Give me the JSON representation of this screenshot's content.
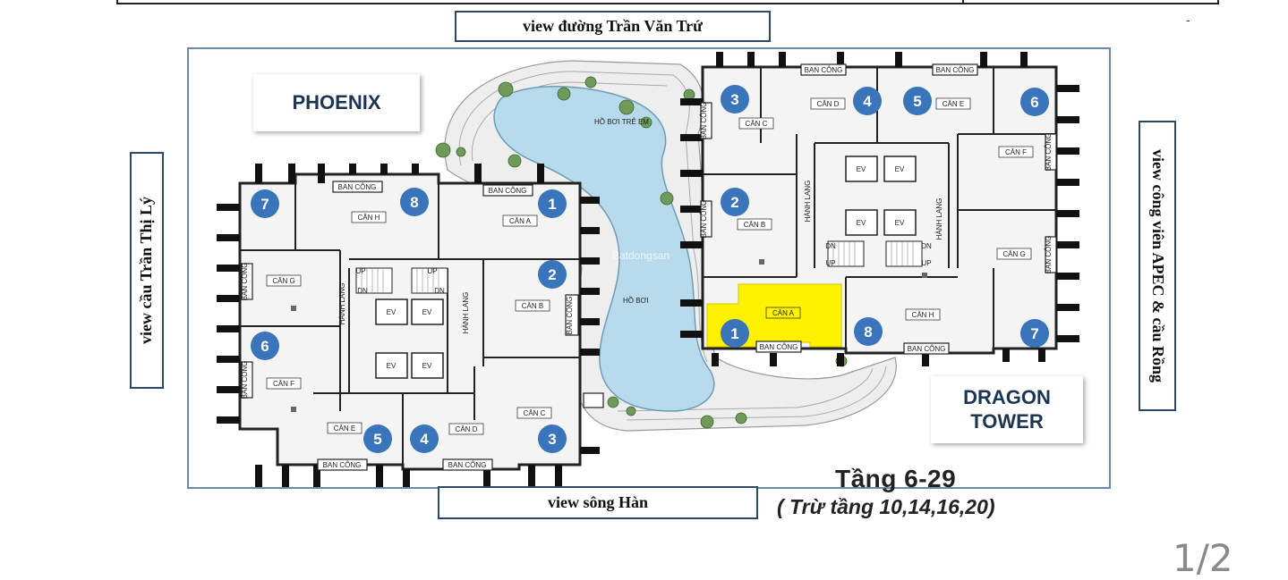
{
  "views": {
    "top": "view đường Trần Văn Trứ",
    "left": "view cầu Trần Thị Lý",
    "right": "view công viên APEC & cầu Rồng",
    "bottom": "view sông Hàn"
  },
  "buildings": {
    "phoenix": "PHOENIX",
    "dragon_line1": "DRAGON",
    "dragon_line2": "TOWER"
  },
  "pool": {
    "kids_pool": "HỒ BƠI TRẺ EM",
    "main_pool": "HỒ BƠI",
    "watermark": "Batdongsan"
  },
  "floor": {
    "title": "Tầng 6-29",
    "note": "( Trừ tầng 10,14,16,20)"
  },
  "page_indicator": "1/2",
  "corner_mark": "-",
  "colors": {
    "badge": "#3a74ba",
    "highlight": "#fff200",
    "pool": "#b7dbec",
    "label_border": "#2c4866",
    "frame": "#6d8aa8"
  },
  "phoenix_units": [
    {
      "num": "1",
      "name": "CĂN A"
    },
    {
      "num": "2",
      "name": "CĂN B"
    },
    {
      "num": "3",
      "name": "CĂN C"
    },
    {
      "num": "4",
      "name": "CĂN D"
    },
    {
      "num": "5",
      "name": "CĂN E"
    },
    {
      "num": "6",
      "name": "CĂN F"
    },
    {
      "num": "7",
      "name": "CĂN G"
    },
    {
      "num": "8",
      "name": "CĂN H"
    }
  ],
  "dragon_units": [
    {
      "num": "1",
      "name": "CĂN A",
      "highlighted": true
    },
    {
      "num": "2",
      "name": "CĂN B"
    },
    {
      "num": "3",
      "name": "CĂN C"
    },
    {
      "num": "4",
      "name": "CĂN D"
    },
    {
      "num": "5",
      "name": "CĂN E"
    },
    {
      "num": "6",
      "name": "CĂN F"
    },
    {
      "num": "7",
      "name": "CĂN G"
    },
    {
      "num": "8",
      "name": "CĂN H"
    }
  ],
  "core_labels": {
    "balcony": "BAN CÔNG",
    "hallway": "HÀNH LANG",
    "elevator": "EV",
    "up": "UP",
    "dn": "DN"
  }
}
